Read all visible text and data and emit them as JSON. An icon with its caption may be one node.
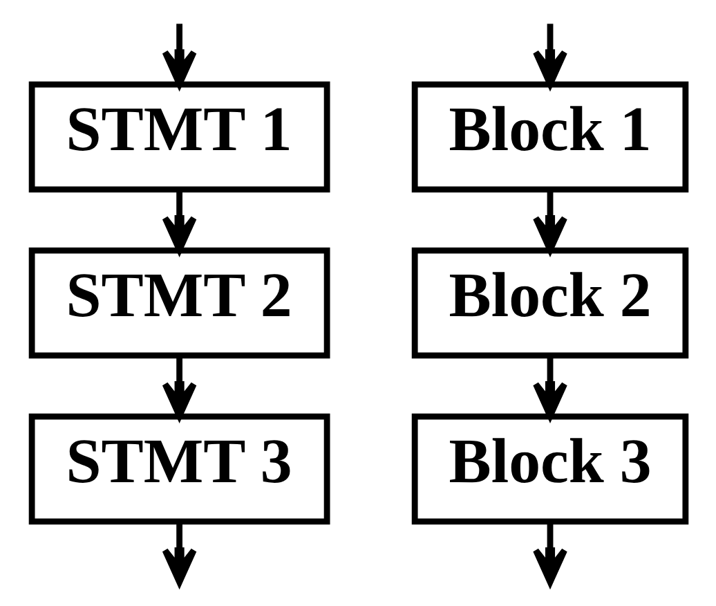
{
  "diagram": {
    "nodes": [
      {
        "text": [
          "STMT 1"
        ]
      },
      {
        "text": [
          "STMT 2"
        ]
      },
      {
        "text": [
          "STMT 3"
        ]
      },
      {
        "text": [
          "Block 1"
        ]
      },
      {
        "text": [
          "Block 2"
        ]
      },
      {
        "text": [
          "Block 3"
        ]
      }
    ],
    "edges": [
      {
        "from": null,
        "to": 0,
        "arrow": "to"
      },
      {
        "from": 0,
        "to": 1,
        "arrow": "to"
      },
      {
        "from": 1,
        "to": 2,
        "arrow": "to"
      },
      {
        "from": 2,
        "to": null,
        "arrow": "to"
      },
      {
        "from": null,
        "to": 3,
        "arrow": "to"
      },
      {
        "from": 3,
        "to": 4,
        "arrow": "to"
      },
      {
        "from": 4,
        "to": 5,
        "arrow": "to"
      },
      {
        "from": 5,
        "to": null,
        "arrow": "to"
      }
    ]
  }
}
